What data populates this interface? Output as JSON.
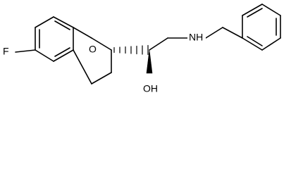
{
  "molecule": {
    "atoms": {
      "fluorine": "F",
      "ring_oxygen": "O",
      "amine": "NH",
      "hydroxyl": "OH"
    }
  }
}
